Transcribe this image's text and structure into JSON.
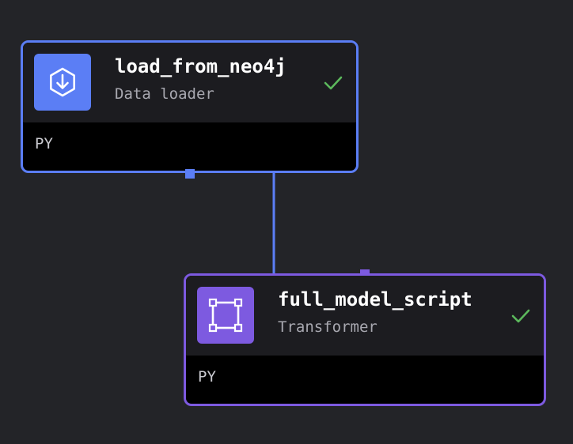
{
  "colors": {
    "background": "#232428",
    "loader_accent": "#5b7ef5",
    "transformer_accent": "#7d5ae0",
    "success_check": "#5cb85c"
  },
  "nodes": [
    {
      "name": "load_from_neo4j",
      "type": "Data loader",
      "language": "PY",
      "icon": "download-circle-icon",
      "status": "success-check-icon"
    },
    {
      "name": "full_model_script",
      "type": "Transformer",
      "language": "PY",
      "icon": "transform-square-icon",
      "status": "success-check-icon"
    }
  ],
  "edges": [
    {
      "from": "load_from_neo4j",
      "to": "full_model_script"
    }
  ]
}
